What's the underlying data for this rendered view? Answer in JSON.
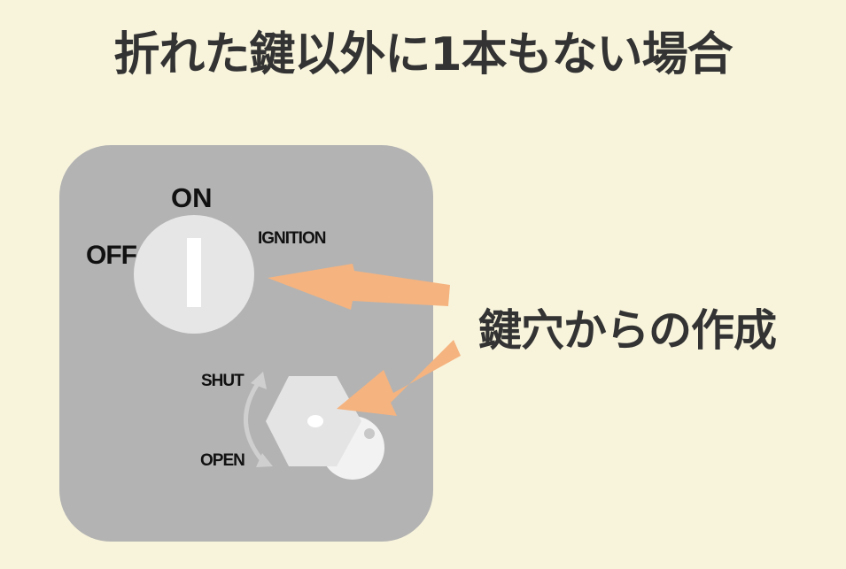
{
  "title": "折れた鍵以外に1本もない場合",
  "callout": "鍵穴からの作成",
  "ignition": {
    "on_label": "ON",
    "off_label": "OFF",
    "ignition_label": "IGNITION"
  },
  "shutter": {
    "shut_label": "SHUT",
    "open_label": "OPEN"
  },
  "colors": {
    "background": "#f8f4dc",
    "panel": "#b3b3b3",
    "arrow": "#f5b37f",
    "text": "#333333"
  }
}
